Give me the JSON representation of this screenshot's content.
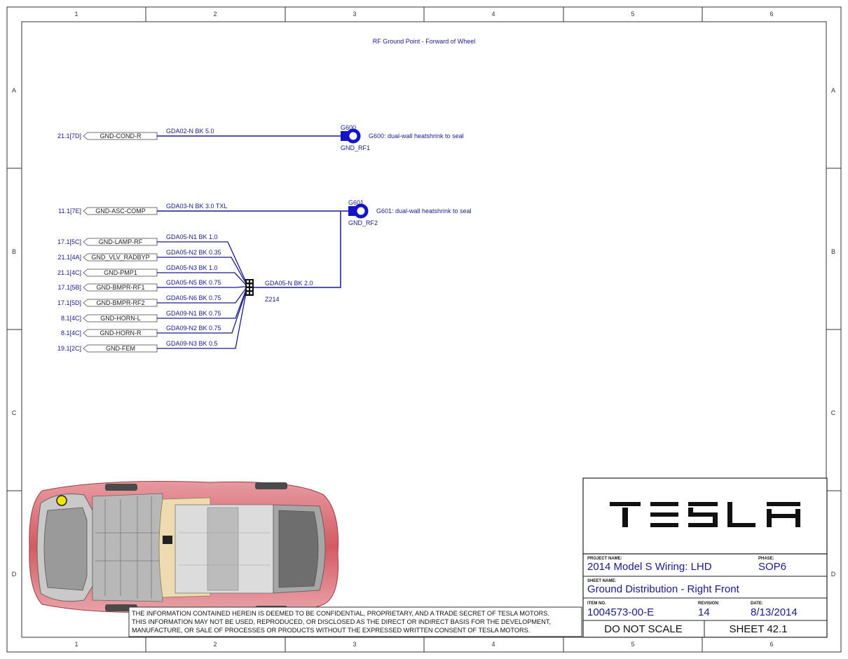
{
  "frame": {
    "columns": [
      "1",
      "2",
      "3",
      "4",
      "5",
      "6"
    ],
    "rows": [
      "A",
      "B",
      "C",
      "D"
    ]
  },
  "diagram": {
    "title": "RF Ground Point - Forward of Wheel",
    "grounds": [
      {
        "id": "G600",
        "name": "GND_RF1",
        "note": "G600: dual-wall heatshrink to seal"
      },
      {
        "id": "G601",
        "name": "GND_RF2",
        "note": "G601: dual-wall heatshrink to seal"
      }
    ],
    "splice": {
      "id": "Z214",
      "wire": "GDA05-N BK 2.0"
    },
    "direct_connections": [
      {
        "ref": "21.1[7D]",
        "connector": "GND-COND-R",
        "wire": "GDA02-N BK 5.0"
      },
      {
        "ref": "11.1[7E]",
        "connector": "GND-ASC-COMP",
        "wire": "GDA03-N BK 3.0  TXL"
      }
    ],
    "splice_connections": [
      {
        "ref": "17.1[5C]",
        "connector": "GND-LAMP-RF",
        "wire": "GDA05-N1 BK 1.0"
      },
      {
        "ref": "21.1[4A]",
        "connector": "GND_VLV_RADBYP",
        "wire": "GDA05-N2 BK 0.35"
      },
      {
        "ref": "21.1[4C]",
        "connector": "GND-PMP1",
        "wire": "GDA05-N3 BK 1.0"
      },
      {
        "ref": "17.1[5B]",
        "connector": "GND-BMPR-RF1",
        "wire": "GDA05-N5 BK 0.75"
      },
      {
        "ref": "17.1[5D]",
        "connector": "GND-BMPR-RF2",
        "wire": "GDA05-N6 BK 0.75"
      },
      {
        "ref": "8.1[4C]",
        "connector": "GND-HORN-L",
        "wire": "GDA09-N1 BK 0.75"
      },
      {
        "ref": "8.1[4C]",
        "connector": "GND-HORN-R",
        "wire": "GDA09-N2 BK 0.75"
      },
      {
        "ref": "19.1[2C]",
        "connector": "GND-FEM",
        "wire": "GDA09-N3 BK 0.5"
      }
    ]
  },
  "notice": {
    "lines": [
      "THE INFORMATION CONTAINED HEREIN IS DEEMED TO BE CONFIDENTIAL, PROPRIETARY, AND A TRADE SECRET OF TESLA MOTORS.",
      "THIS INFORMATION MAY NOT BE USED, REPRODUCED, OR DISCLOSED AS THE DIRECT OR INDIRECT BASIS FOR THE DEVELOPMENT,",
      "MANUFACTURE, OR SALE OF PROCESSES OR PRODUCTS WITHOUT THE EXPRESSED WRITTEN CONSENT OF TESLA MOTORS."
    ]
  },
  "title_block": {
    "logo": "TESLA",
    "project_name_label": "PROJECT NAME:",
    "project_name": "2014 Model S Wiring: LHD",
    "phase_label": "PHASE:",
    "phase": "SOP6",
    "sheet_name_label": "SHEET NAME:",
    "sheet_name": "Ground Distribution - Right Front",
    "item_no_label": "ITEM NO.",
    "item_no": "1004573-00-E",
    "revision_label": "REVISION:",
    "revision": "14",
    "date_label": "DATE:",
    "date": "8/13/2014",
    "scale_note": "DO NOT SCALE",
    "sheet_number": "SHEET 42.1"
  },
  "colors": {
    "wire": "#1a1a8c",
    "ground_symbol": "#1515c8",
    "ground_location_marker": "#f2e500",
    "car_body": "#d9676e"
  }
}
